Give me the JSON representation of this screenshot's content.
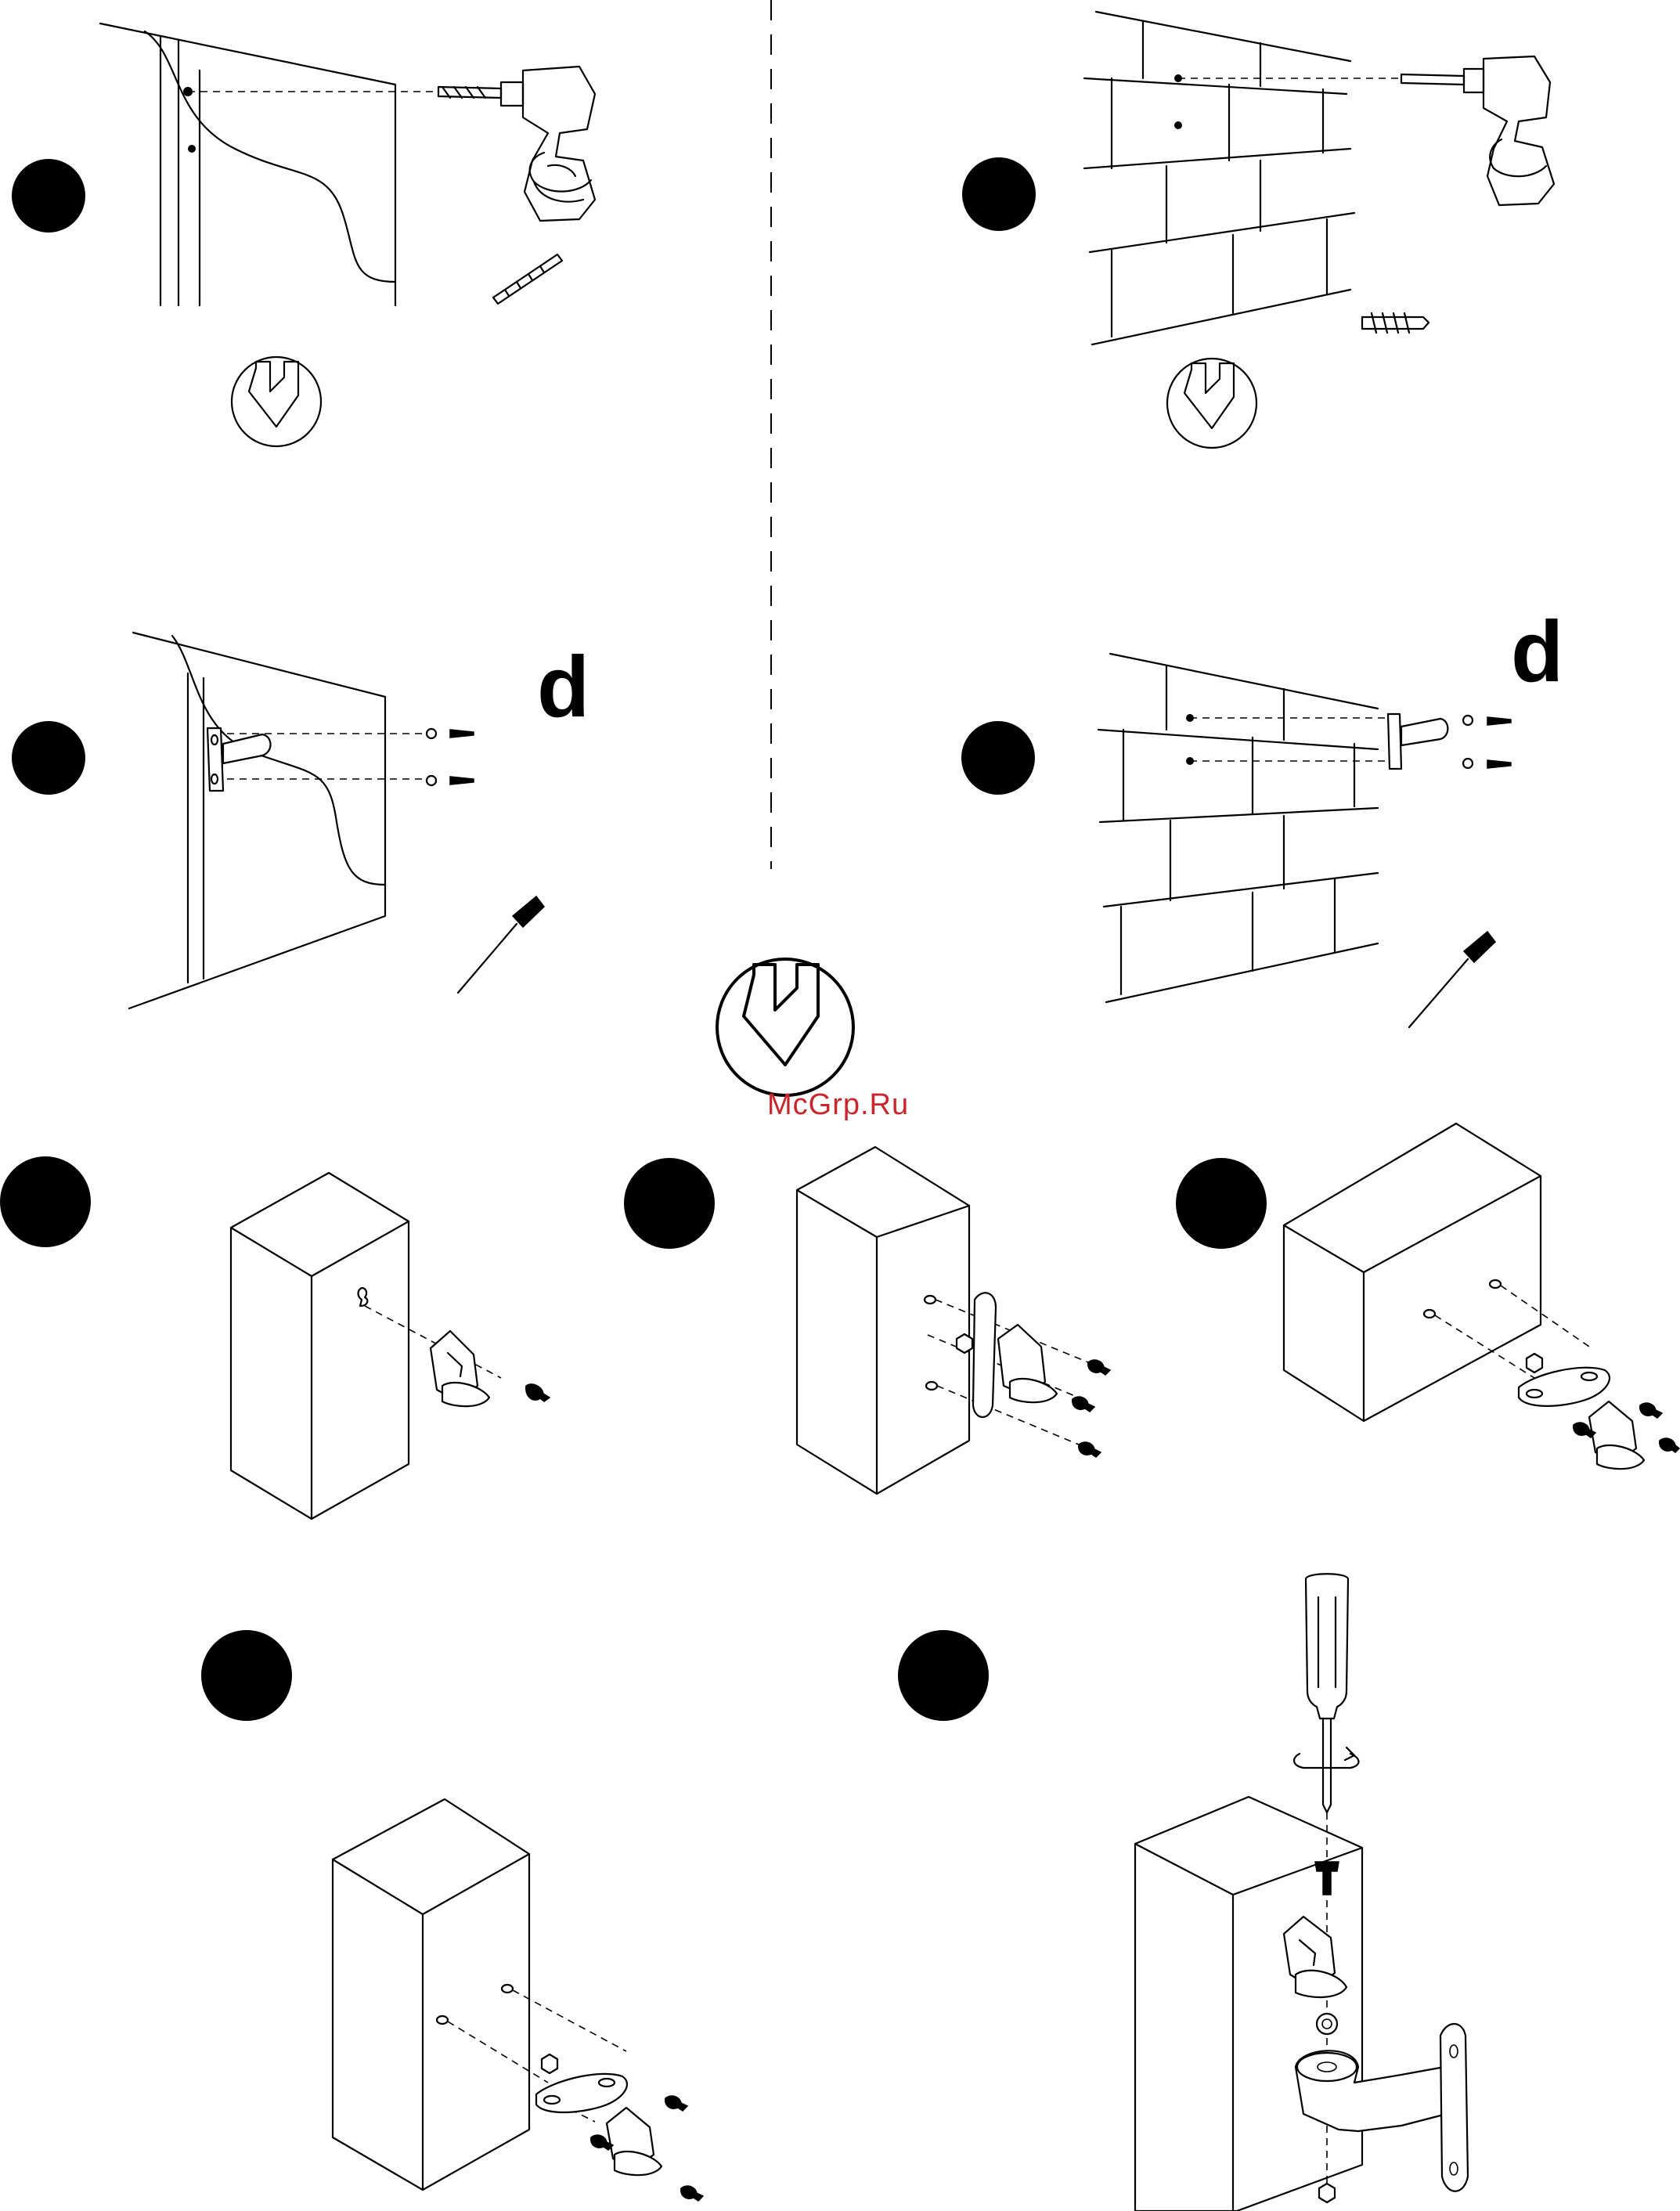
{
  "page": {
    "watermark": "McGrp.Ru",
    "label_d_left": "d",
    "label_d_right": "d"
  },
  "colors": {
    "line": "#000000",
    "background": "#ffffff",
    "watermark": "#c8262b"
  },
  "icons": [
    "step-circle",
    "down-arrow-icon",
    "drill-icon",
    "drill-bit-icon",
    "wall-plug-icon",
    "screwdriver-icon",
    "wall-bracket-icon",
    "screw-icon",
    "washer-icon",
    "nut-icon",
    "rotation-arrow-icon"
  ]
}
